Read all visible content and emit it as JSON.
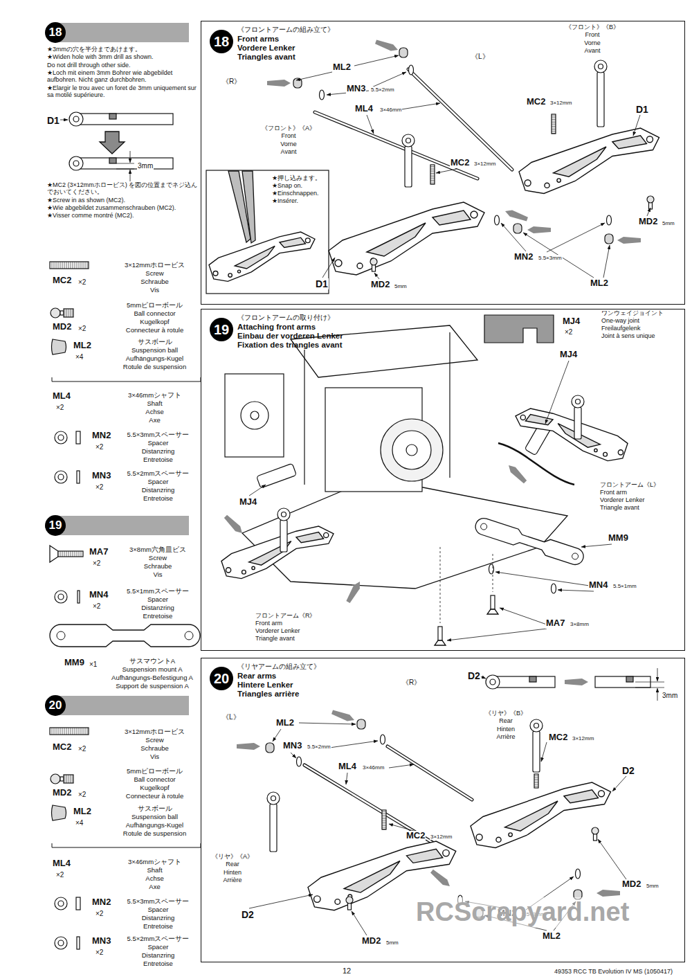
{
  "diagram": {
    "nodes": [
      {
        "text": [
          "18"
        ]
      },
      {
        "text": [
          "18",
          "《フロントアームの組み立て》",
          "Front arms",
          "Vordere Lenker",
          "Triangles avant"
        ]
      },
      {
        "text": [
          "19"
        ]
      },
      {
        "text": [
          "19",
          "《フロントアームの取り付け》",
          "Attaching front arms",
          "Einbau der vorderen Lenker",
          "Fixation des triangles avant"
        ]
      },
      {
        "text": [
          "20"
        ]
      },
      {
        "text": [
          "20",
          "《リヤアームの組み立て》",
          "Rear arms",
          "Hintere Lenker",
          "Triangles arrière"
        ]
      }
    ],
    "labels": [
      "★3mmの穴を半分まであけます。",
      "★Widen hole with 3mm drill as shown.",
      "Do not drill through other side.",
      "★Loch mit einem 3mm Bohrer wie abgebildet aufbohren. Nicht ganz durchbohren.",
      "★Elargir le trou avec un foret de 3mm uniquement sur sa motilé supérieure.",
      "D1",
      "3mm",
      "★MC2 (3×12mmホロービス) を図の位置までネジ込んでおいてください。",
      "★Screw in as shown (MC2).",
      "★Wie abgebildet zusammenschrauben (MC2).",
      "★Visser comme montré (MC2).",
      "MC2",
      "×2",
      "3×12mmホロービス",
      "Screw",
      "Schraube",
      "Vis",
      "MD2",
      "×2",
      "5mmピローボール",
      "Ball connector",
      "Kugelkopf",
      "Connecteur à rotule",
      "ML2",
      "×4",
      "サスボール",
      "Suspension ball",
      "Aufhängungs-Kugel",
      "Rotule de suspension",
      "ML4",
      "×2",
      "3×46mmシャフト",
      "Shaft",
      "Achse",
      "Axe",
      "MN2",
      "×2",
      "5.5×3mmスペーサー",
      "Spacer",
      "Distanzring",
      "Entretoise",
      "MN3",
      "×2",
      "5.5×2mmスペーサー",
      "Spacer",
      "Distanzring",
      "Entretoise",
      "MA7",
      "×2",
      "3×8mm六角皿ビス",
      "Screw",
      "Schraube",
      "Vis",
      "MN4",
      "×2",
      "5.5×1mmスペーサー",
      "Spacer",
      "Distanzring",
      "Entretoise",
      "MM9",
      "×1",
      "サスマウントA",
      "Suspension mount A",
      "Aufhängungs-Befestigung A",
      "Support de suspension A",
      "MC2",
      "×2",
      "3×12mmホロービス",
      "Screw",
      "Schraube",
      "Vis",
      "MD2",
      "×2",
      "5mmピローボール",
      "Ball connector",
      "Kugelkopf",
      "Connecteur à rotule",
      "ML2",
      "×4",
      "サスボール",
      "Suspension ball",
      "Aufhängungs-Kugel",
      "Rotule de suspension",
      "ML4",
      "×2",
      "3×46mmシャフト",
      "Shaft",
      "Achse",
      "Axe",
      "MN2",
      "×2",
      "5.5×3mmスペーサー",
      "Spacer",
      "Distanzring",
      "Entretoise",
      "MN3",
      "×2",
      "5.5×2mmスペーサー",
      "Spacer",
      "Distanzring",
      "Entretoise",
      "《R》",
      "《L》",
      "ML2",
      "MN3",
      "5.5×2mm",
      "ML4",
      "3×46mm",
      "《フロント》《A》",
      "Front",
      "Vorne",
      "Avant",
      "MC2",
      "3×12mm",
      "★押し込みます。",
      "★Snap on.",
      "★Einschnappen.",
      "★Insérer.",
      "D1",
      "MD2",
      "5mm",
      "MN2",
      "5.5×3mm",
      "ML2",
      "《フロント》《B》",
      "Front",
      "Vorne",
      "Avant",
      "MC2",
      "3×12mm",
      "D1",
      "MD2",
      "5mm",
      "MJ4",
      "×2",
      "ワンウェイジョイント",
      "One-way joint",
      "Freilaufgelenk",
      "Joint à sens unique",
      "MJ4",
      "MJ4",
      "フロントアーム《L》",
      "Front arm",
      "Vorderer Lenker",
      "Triangle avant",
      "MM9",
      "MN4",
      "5.5×1mm",
      "MA7",
      "3×8mm",
      "フロントアーム《R》",
      "Front arm",
      "Vorderer Lenker",
      "Triangle avant",
      "D2",
      "3mm",
      "《R》",
      "《L》",
      "ML2",
      "MN3",
      "5.5×2mm",
      "ML4",
      "3×46mm",
      "《リヤ》《B》",
      "Rear",
      "Hinten",
      "Arrière",
      "MC2",
      "3×12mm",
      "D2",
      "MC2",
      "3×12mm",
      "《リヤ》《A》",
      "Rear",
      "Hinten",
      "Arrière",
      "MD2",
      "5mm",
      "D2",
      "MN2",
      "5.5×3mm",
      "MD2",
      "5mm",
      "ML2",
      "12",
      "49353 RCC TB Evolution IV MS (1050417)",
      "RCScrapyard.net"
    ]
  }
}
